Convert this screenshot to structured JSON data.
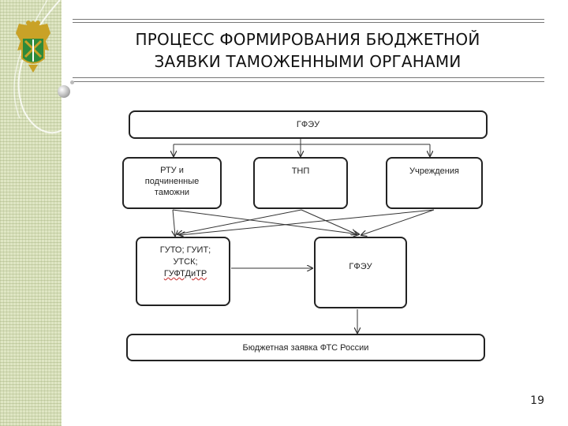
{
  "slide": {
    "title_line1": "ПРОЦЕСС ФОРМИРОВАНИЯ БЮДЖЕТНОЙ",
    "title_line2": "ЗАЯВКИ ТАМОЖЕННЫМИ ОРГАНАМИ",
    "page_number": "19"
  },
  "diagram": {
    "top": "ГФЭУ",
    "rtu_line1": "РТУ и",
    "rtu_line2": "подчиненные",
    "rtu_line3": "таможни",
    "tnp": "ТНП",
    "institutions": "Учреждения",
    "guto_line1": "ГУТО; ГУИТ;",
    "guto_line2": "УТСК;",
    "guto_line3": "ГУФТДиТР",
    "gfeu2": "ГФЭУ",
    "bottom": "Бюджетная заявка ФТС России"
  },
  "colors": {
    "sidebar": "#dfe6c4",
    "emblem_green": "#2f8a3a",
    "emblem_gold": "#c9a227"
  }
}
